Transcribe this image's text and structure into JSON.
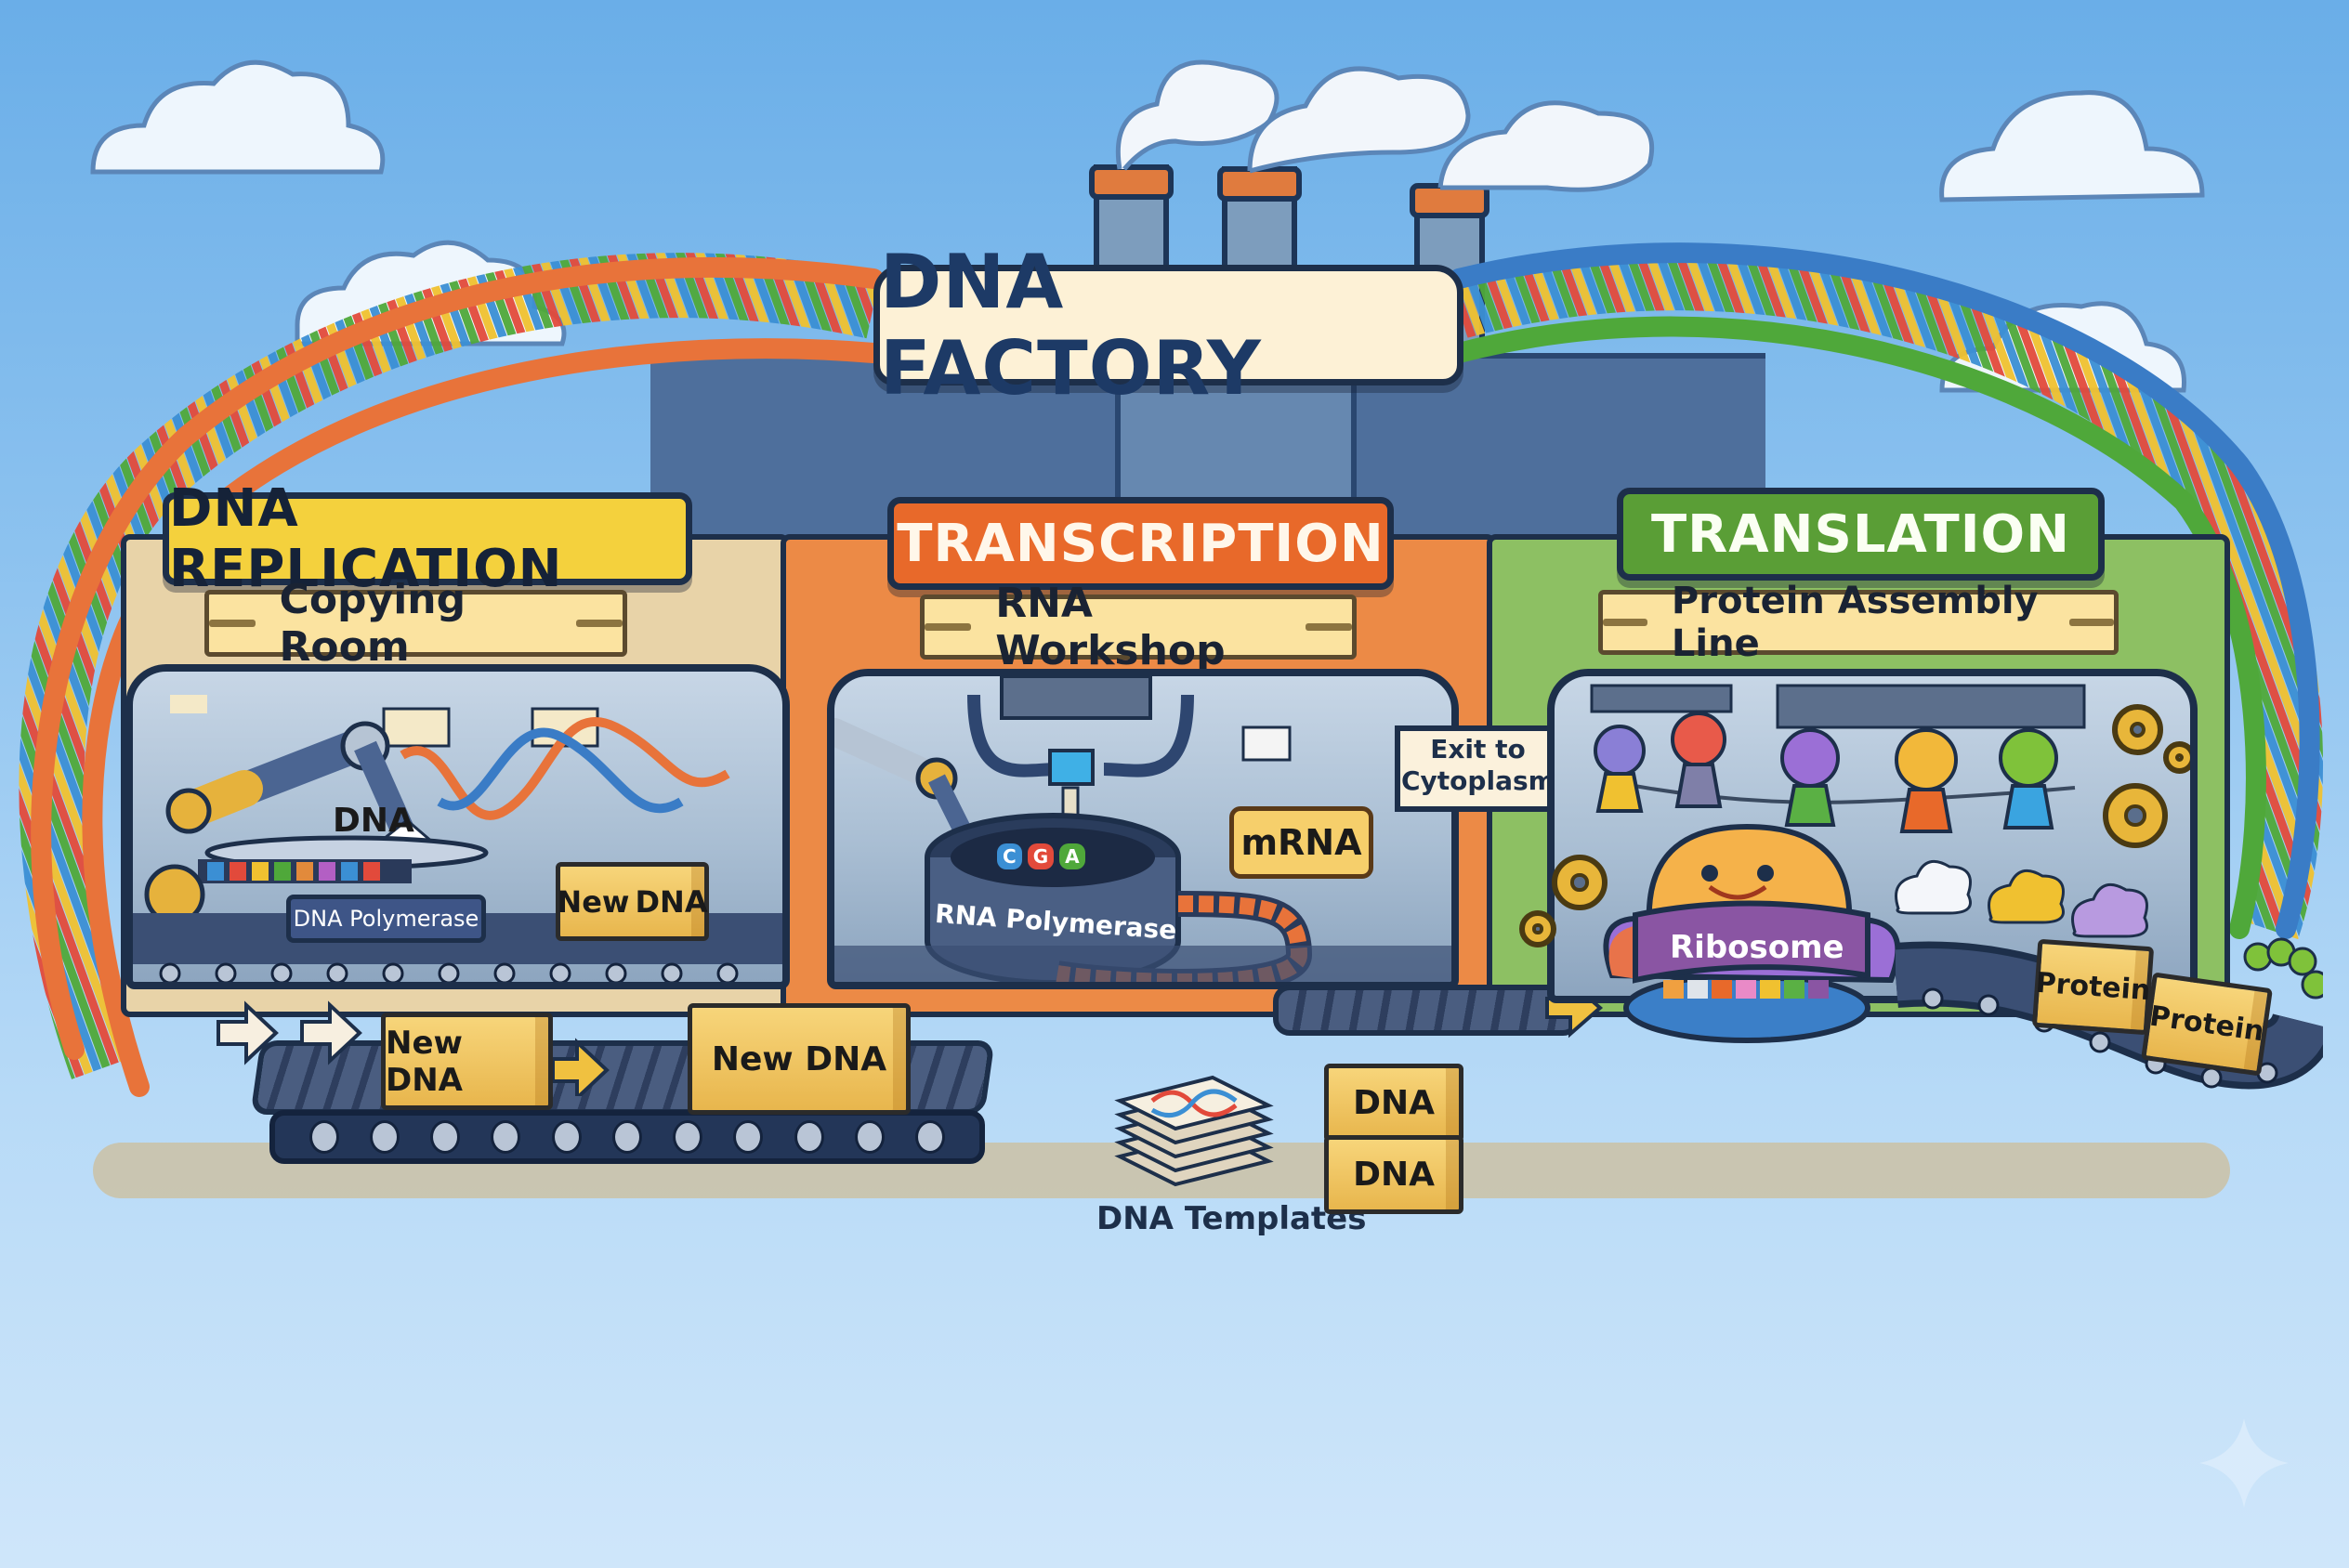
{
  "title": "DNA FACTORY",
  "colors": {
    "sky_top": "#6aaee8",
    "sky_bottom": "#cfe6fa",
    "replication_sign": "#f4d13d",
    "transcription_sign": "#e8692a",
    "translation_sign": "#5a9e36",
    "sign_outline": "#1d2f4a",
    "box": "#f0c45e"
  },
  "sections": [
    {
      "id": "replication",
      "title": "DNA REPLICATION",
      "subtitle": "Copying Room",
      "labels": {
        "strand": "DNA",
        "enzyme": "DNA Polymerase",
        "box_inside": [
          "New",
          "DNA"
        ],
        "boxes_belt": [
          "New DNA",
          "New DNA"
        ]
      }
    },
    {
      "id": "transcription",
      "title": "TRANSCRIPTION",
      "subtitle": "RNA Workshop",
      "labels": {
        "enzyme": "RNA Polymerase",
        "bubble": "mRNA",
        "bases_in_vat": [
          "C",
          "G",
          "A"
        ],
        "exit_sign": [
          "Exit to",
          "Cytoplasm"
        ]
      }
    },
    {
      "id": "translation",
      "title": "TRANSLATION",
      "subtitle": "Protein Assembly Line",
      "labels": {
        "machine": "Ribosome",
        "boxes": [
          "Protein",
          "Protein"
        ]
      }
    }
  ],
  "storage": {
    "templates_label": "DNA Templates",
    "boxes": [
      "DNA",
      "DNA"
    ]
  },
  "icons": [
    "cloud-icon",
    "smokestack-icon",
    "dna-helix-icon",
    "gear-icon",
    "arrow-right-icon",
    "sparkle-icon",
    "robot-arm-icon",
    "amino-acid-character-icon"
  ]
}
